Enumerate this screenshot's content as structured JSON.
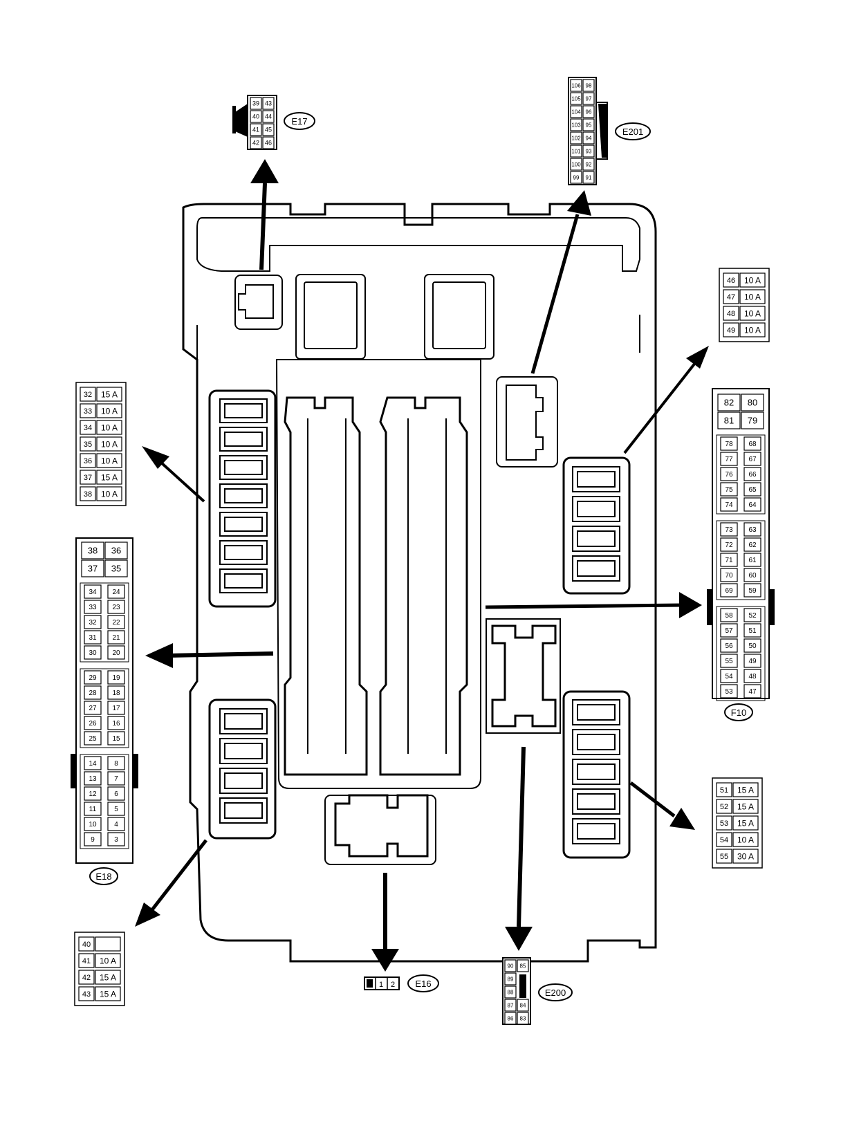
{
  "connectors": {
    "E17": {
      "label": "E17",
      "rows": [
        [
          "39",
          "43"
        ],
        [
          "40",
          "44"
        ],
        [
          "41",
          "45"
        ],
        [
          "42",
          "46"
        ]
      ]
    },
    "E201": {
      "label": "E201",
      "rows": [
        [
          "106",
          "98"
        ],
        [
          "105",
          "97"
        ],
        [
          "104",
          "96"
        ],
        [
          "103",
          "95"
        ],
        [
          "102",
          "94"
        ],
        [
          "101",
          "93"
        ],
        [
          "100",
          "92"
        ],
        [
          "99",
          "91"
        ]
      ]
    },
    "E18": {
      "label": "E18",
      "large_rows": [
        [
          "38",
          "36"
        ],
        [
          "37",
          "35"
        ]
      ],
      "group1": [
        [
          "34",
          "24"
        ],
        [
          "33",
          "23"
        ],
        [
          "32",
          "22"
        ],
        [
          "31",
          "21"
        ],
        [
          "30",
          "20"
        ]
      ],
      "group2": [
        [
          "29",
          "19"
        ],
        [
          "28",
          "18"
        ],
        [
          "27",
          "17"
        ],
        [
          "26",
          "16"
        ],
        [
          "25",
          "15"
        ]
      ],
      "group3": [
        [
          "14",
          "8"
        ],
        [
          "13",
          "7"
        ],
        [
          "12",
          "6"
        ],
        [
          "11",
          "5"
        ],
        [
          "10",
          "4"
        ],
        [
          "9",
          "3"
        ]
      ]
    },
    "F10": {
      "label": "F10",
      "large_rows": [
        [
          "82",
          "80"
        ],
        [
          "81",
          "79"
        ]
      ],
      "group1": [
        [
          "78",
          "68"
        ],
        [
          "77",
          "67"
        ],
        [
          "76",
          "66"
        ],
        [
          "75",
          "65"
        ],
        [
          "74",
          "64"
        ]
      ],
      "group2": [
        [
          "73",
          "63"
        ],
        [
          "72",
          "62"
        ],
        [
          "71",
          "61"
        ],
        [
          "70",
          "60"
        ],
        [
          "69",
          "59"
        ]
      ],
      "group3": [
        [
          "58",
          "52"
        ],
        [
          "57",
          "51"
        ],
        [
          "56",
          "50"
        ],
        [
          "55",
          "49"
        ],
        [
          "54",
          "48"
        ],
        [
          "53",
          "47"
        ]
      ]
    },
    "E16": {
      "label": "E16",
      "pins": [
        "1",
        "2"
      ]
    },
    "E200": {
      "label": "E200",
      "rows": [
        [
          "90",
          "85"
        ],
        [
          "89",
          ""
        ],
        [
          "88",
          ""
        ],
        [
          "87",
          "84"
        ],
        [
          "86",
          "83"
        ]
      ]
    }
  },
  "fuse_tables": {
    "left_top": [
      [
        "32",
        "15 A"
      ],
      [
        "33",
        "10 A"
      ],
      [
        "34",
        "10 A"
      ],
      [
        "35",
        "10 A"
      ],
      [
        "36",
        "10 A"
      ],
      [
        "37",
        "15 A"
      ],
      [
        "38",
        "10 A"
      ]
    ],
    "right_top": [
      [
        "46",
        "10 A"
      ],
      [
        "47",
        "10 A"
      ],
      [
        "48",
        "10 A"
      ],
      [
        "49",
        "10 A"
      ]
    ],
    "right_bottom": [
      [
        "51",
        "15 A"
      ],
      [
        "52",
        "15 A"
      ],
      [
        "53",
        "15 A"
      ],
      [
        "54",
        "10 A"
      ],
      [
        "55",
        "30 A"
      ]
    ],
    "left_bottom": [
      [
        "40",
        ""
      ],
      [
        "41",
        "10 A"
      ],
      [
        "42",
        "15 A"
      ],
      [
        "43",
        "15 A"
      ]
    ]
  },
  "colors": {
    "line": "#000000",
    "background": "#ffffff"
  }
}
